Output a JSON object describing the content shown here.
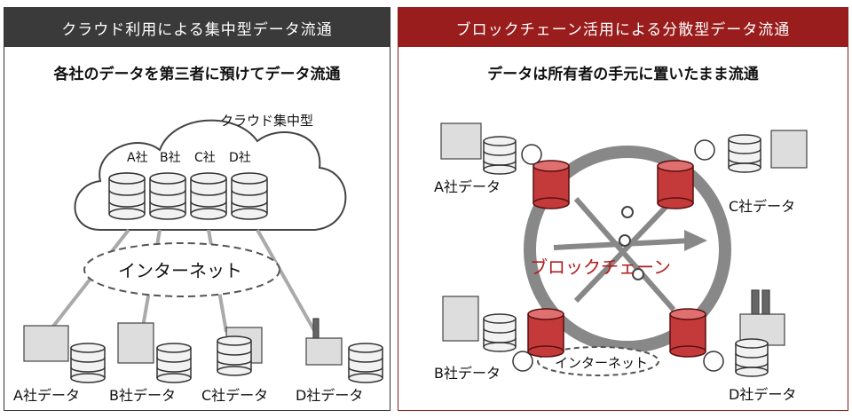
{
  "left_panel": {
    "header": "クラウド利用による集中型データ流通",
    "subtitle": "各社のデータを第三者に預けてデータ流通",
    "cloud_label": "クラウド集中型",
    "cloud_companies": [
      "A社",
      "B社",
      "C社",
      "D社"
    ],
    "internet_label": "インターネット",
    "company_labels": [
      "A社データ",
      "B社データ",
      "C社データ",
      "D社データ"
    ]
  },
  "right_panel": {
    "header": "ブロックチェーン活用による分散型データ流通",
    "subtitle": "データは所有者の手元に置いたまま流通",
    "blockchain_label": "ブロックチェーン",
    "internet_label": "インターネット",
    "company_labels": [
      "A社データ",
      "C社データ",
      "B社データ",
      "D社データ"
    ]
  },
  "colors": {
    "left_header_bg": "#3a3a3a",
    "right_header_bg": "#9a1d1d",
    "blockchain_text": "#b01c1c",
    "ledger_fill": "#c43a3a"
  }
}
